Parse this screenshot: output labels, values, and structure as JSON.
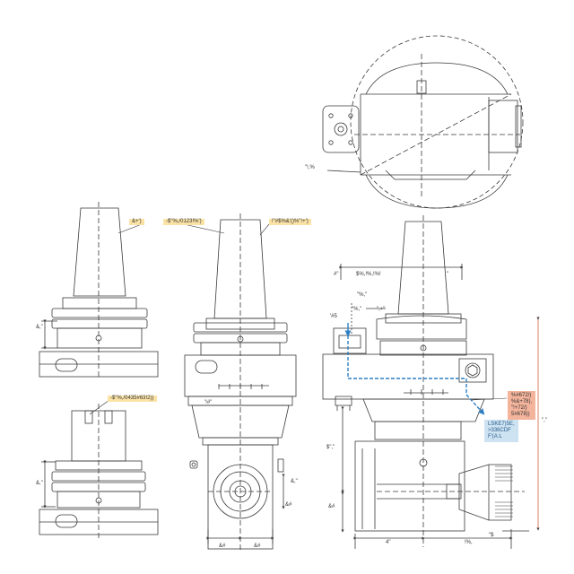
{
  "labels": {
    "detail_callout": "\"!,%",
    "top_tag_a": "&+')",
    "top_tag_b": "-$\"%,/0123!%')",
    "top_tag_c": "!\"#$%&'()%\"!+')",
    "mid_tag": "-$\"%,/0435#63!2))",
    "width_top": "$%,!%,!%!",
    "dim_hash_a": "#\"",
    "dim_quote": "\"",
    "dim_pct": "\"%,\"",
    "dim_plus": "\",+\"",
    "dim_hash5": "'#5",
    "dim_side_left": "&,\"",
    "dim_hash_mid": "'!#\"",
    "dim_vert_a": "&,\"",
    "dim_vert_b": "&#",
    "dim_dollar": "$\",\"",
    "dim_bottom_a": "&#",
    "dim_bottom_b": "&#",
    "dim_bottom_c": "4\"",
    "dim_bottom_d": "!%,",
    "dim_bottom_e": "\"$",
    "dim_right_a": "\",\"",
    "dim_right_b": "&#"
  },
  "callouts": {
    "red": "%#672/)\n%&+78),\n\"!+72/)\n5#678))",
    "blue": "LSKE7)5E,\n>336CDF\nF'(A:L"
  },
  "colors": {
    "line": "#3a3a3a",
    "hidden": "#8a8a8a",
    "highlight_yellow": "#fbe3a6",
    "highlight_red": "#f4b49c",
    "highlight_blue": "#cde3f2",
    "coolant_path": "#2d7fc6",
    "dim_red": "#d0603a"
  }
}
